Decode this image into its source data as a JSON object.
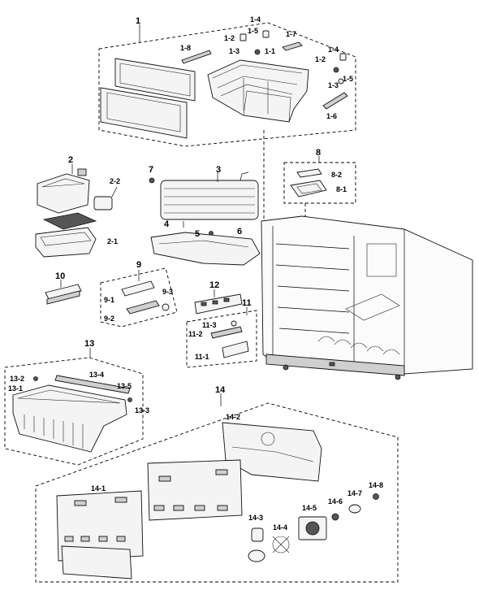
{
  "diagram": {
    "callouts": {
      "c1": "1",
      "c1_1": "1-1",
      "c1_2a": "1-2",
      "c1_2b": "1-2",
      "c1_3a": "1-3",
      "c1_3b": "1-3",
      "c1_4a": "1-4",
      "c1_4b": "1-4",
      "c1_5a": "1-5",
      "c1_5b": "1-5",
      "c1_6": "1-6",
      "c1_7": "1-7",
      "c1_8": "1-8",
      "c2": "2",
      "c2_1": "2-1",
      "c2_2": "2-2",
      "c3": "3",
      "c4": "4",
      "c5": "5",
      "c6": "6",
      "c7": "7",
      "c8": "8",
      "c8_1": "8-1",
      "c8_2": "8-2",
      "c9": "9",
      "c9_1": "9-1",
      "c9_2": "9-2",
      "c9_3": "9-3",
      "c10": "10",
      "c11": "11",
      "c11_1": "11-1",
      "c11_2": "11-2",
      "c11_3": "11-3",
      "c12": "12",
      "c13": "13",
      "c13_1": "13-1",
      "c13_2": "13-2",
      "c13_3": "13-3",
      "c13_4": "13-4",
      "c13_5": "13-5",
      "c14": "14",
      "c14_1": "14-1",
      "c14_2": "14-2",
      "c14_3": "14-3",
      "c14_4": "14-4",
      "c14_5": "14-5",
      "c14_6": "14-6",
      "c14_7": "14-7",
      "c14_8": "14-8"
    }
  }
}
